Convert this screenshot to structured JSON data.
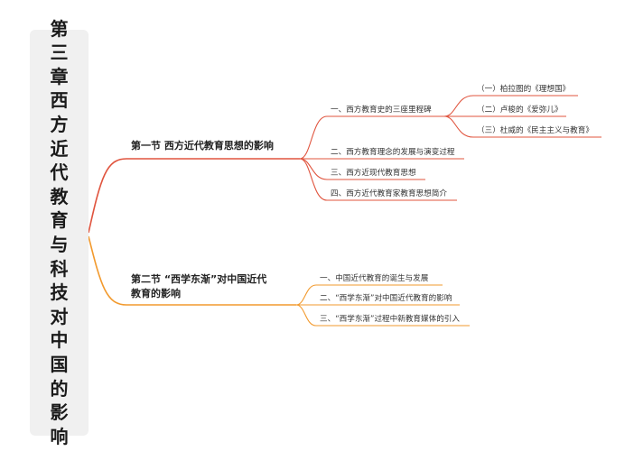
{
  "root": {
    "title_chars": [
      "第",
      "三",
      "章",
      "西",
      "方",
      "近",
      "代",
      "教",
      "育",
      "与",
      "科",
      "技",
      "对",
      "中",
      "国",
      "的",
      "影",
      "响"
    ]
  },
  "sections": [
    {
      "title": "第一节  西方近代教育思想的影响",
      "color": "#e0543e",
      "children": [
        {
          "label": "一、西方教育史的三座里程碑",
          "children": [
            {
              "label": "（一）柏拉图的《理想国》"
            },
            {
              "label": "（二）卢梭的《爱弥儿》"
            },
            {
              "label": "（三）杜威的《民主主义与教育》"
            }
          ]
        },
        {
          "label": "二、西方教育理念的发展与演变过程"
        },
        {
          "label": "三、西方近现代教育思想"
        },
        {
          "label": "四、西方近代教育家教育思想简介"
        }
      ]
    },
    {
      "title_line1": "第二节 “西学东渐”对中国近代",
      "title_line2": "教育的影响",
      "color": "#f29a2e",
      "children": [
        {
          "label": "一、中国近代教育的诞生与发展"
        },
        {
          "label": "二、“西学东渐”对中国近代教育的影响"
        },
        {
          "label": "三、“西学东渐”过程中新教育媒体的引入"
        }
      ]
    }
  ]
}
